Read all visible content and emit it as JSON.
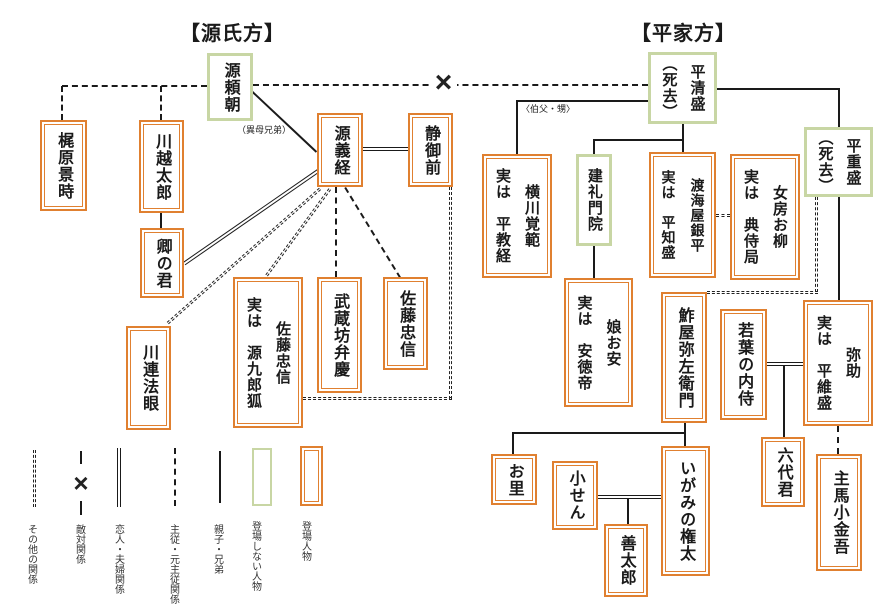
{
  "titles": {
    "genji": "【源氏方】",
    "heike": "【平家方】"
  },
  "relation_labels": {
    "half_brothers": "（異母兄弟）",
    "uncle_nephew": "〈伯父・甥〉"
  },
  "x_mark": "×",
  "people": [
    {
      "id": "minamoto-yoritomo",
      "label": "源頼朝",
      "status": "absent"
    },
    {
      "id": "kajiwara-kagetoki",
      "label": "梶原景時",
      "status": "appearing"
    },
    {
      "id": "kawagoe-taro",
      "label": "川越太郎",
      "status": "appearing"
    },
    {
      "id": "kyo-no-kimi",
      "label": "卿の君",
      "status": "appearing"
    },
    {
      "id": "minamoto-yoshitsune",
      "label": "源義経",
      "status": "appearing"
    },
    {
      "id": "shizuka-gozen",
      "label": "静御前",
      "status": "appearing"
    },
    {
      "id": "kawatsura-hogen",
      "label": "川連法眼",
      "status": "appearing"
    },
    {
      "id": "sato-tadanobu-fox",
      "label": "佐藤忠信\n実は　源九郎狐",
      "status": "appearing"
    },
    {
      "id": "musashibo-benkei",
      "label": "武蔵坊弁慶",
      "status": "appearing"
    },
    {
      "id": "sato-tadanobu",
      "label": "佐藤忠信",
      "status": "appearing"
    },
    {
      "id": "yokawa-kakuhan",
      "label": "横川覚範\n実は　平教経",
      "status": "appearing"
    },
    {
      "id": "kenreimonin",
      "label": "建礼門院",
      "status": "absent"
    },
    {
      "id": "musume-oyasu",
      "label": "娘お安\n実は　安徳帝",
      "status": "appearing"
    },
    {
      "id": "taira-kiyomori",
      "label": "平清盛\n（死去）",
      "status": "absent"
    },
    {
      "id": "tokaiya-ginpei",
      "label": "渡海屋銀平\n実は　平知盛",
      "status": "appearing"
    },
    {
      "id": "nyobo-oryu",
      "label": "女房お柳\n実は　典侍局",
      "status": "appearing"
    },
    {
      "id": "taira-shigemori",
      "label": "平重盛\n（死去）",
      "status": "absent"
    },
    {
      "id": "sushiya-yazaemon",
      "label": "鮓屋弥左衛門",
      "status": "appearing"
    },
    {
      "id": "wakaba-no-naishi",
      "label": "若葉の内侍",
      "status": "appearing"
    },
    {
      "id": "yasuke",
      "label": "弥助\n実は　平維盛",
      "status": "appearing"
    },
    {
      "id": "rokudai-gimi",
      "label": "六代君",
      "status": "appearing"
    },
    {
      "id": "shume-no-kokingo",
      "label": "主馬小金吾",
      "status": "appearing"
    },
    {
      "id": "osato",
      "label": "お里",
      "status": "appearing"
    },
    {
      "id": "kosen",
      "label": "小せん",
      "status": "appearing"
    },
    {
      "id": "igami-no-gonta",
      "label": "いがみの権太",
      "status": "appearing"
    },
    {
      "id": "zentaro",
      "label": "善太郎",
      "status": "appearing"
    }
  ],
  "legend": {
    "items": [
      {
        "symbol": "fine-double-dotted-line",
        "label": "その他の関係"
      },
      {
        "symbol": "dashed-line-with-x",
        "label": "敵対関係"
      },
      {
        "symbol": "double-solid-line",
        "label": "恋人・夫婦関係"
      },
      {
        "symbol": "dashed-line",
        "label": "主従・元主従関係"
      },
      {
        "symbol": "solid-line",
        "label": "親子・兄弟"
      },
      {
        "symbol": "green-box",
        "label": "登場しない人物"
      },
      {
        "symbol": "orange-box",
        "label": "登場人物"
      }
    ]
  },
  "colors": {
    "appearing_border": "#E08030",
    "absent_border": "#C8D6A4",
    "line": "#1a1a1a"
  }
}
